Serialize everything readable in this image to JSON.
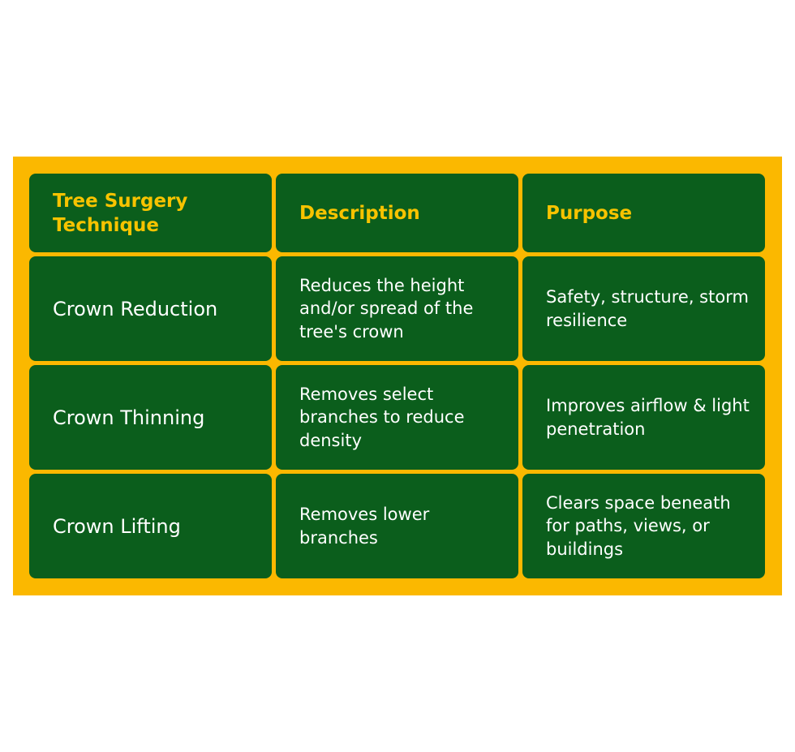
{
  "table": {
    "headers": [
      "Tree Surgery Technique",
      "Description",
      "Purpose"
    ],
    "rows": [
      [
        "Crown Reduction",
        "Reduces the height and/or spread of the tree's crown",
        "Safety, structure, storm resilience"
      ],
      [
        "Crown Thinning",
        "Removes select branches to reduce density",
        "Improves airflow & light penetration"
      ],
      [
        "Crown Lifting",
        "Removes lower branches",
        "Clears space beneath for paths, views, or buildings"
      ]
    ]
  },
  "colors": {
    "panel": "#fbb800",
    "cell": "#0b5e1c",
    "header_text": "#f7c300",
    "body_text": "#ffffff"
  }
}
